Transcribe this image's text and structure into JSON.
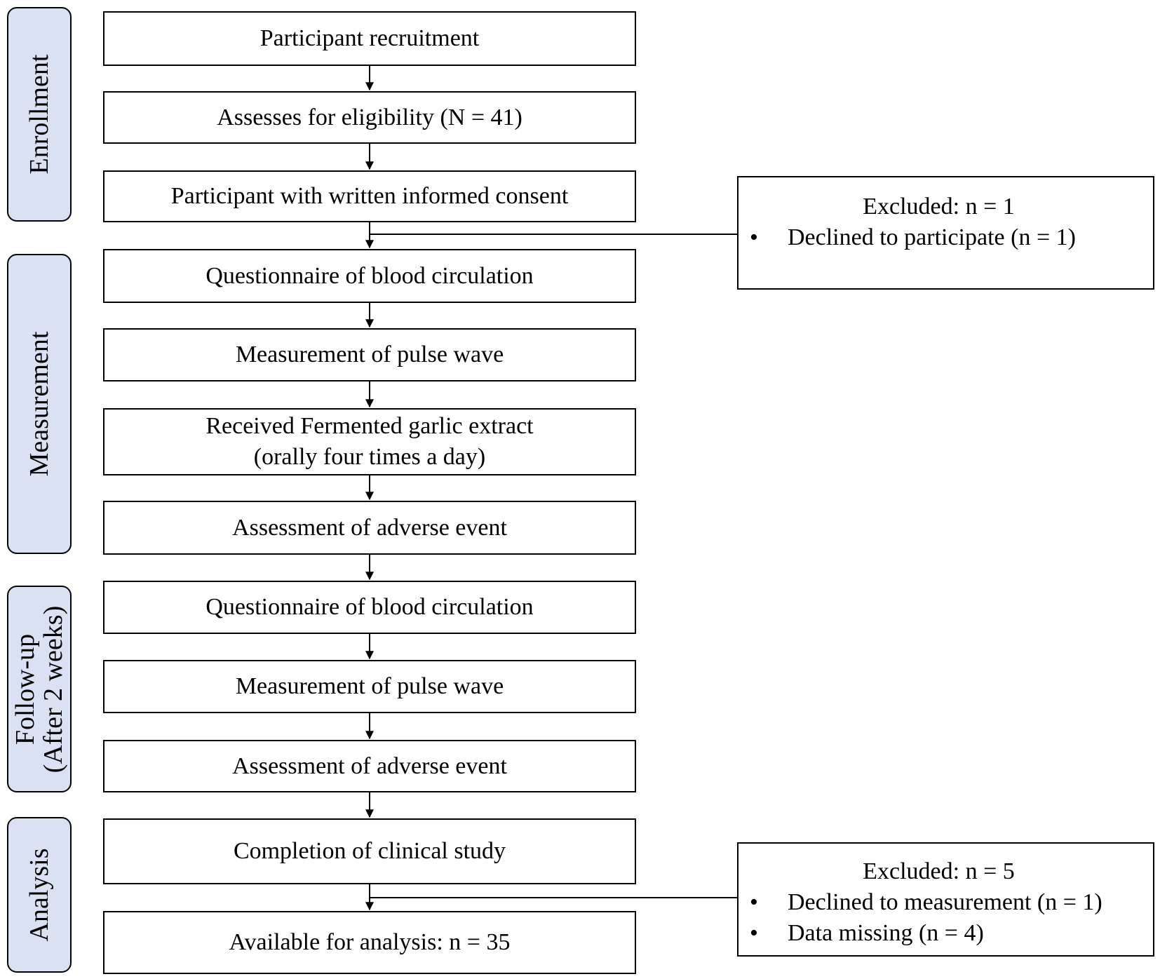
{
  "phases": {
    "enrollment": "Enrollment",
    "measurement": "Measurement",
    "followup": [
      "Follow-up",
      "(After 2 weeks)"
    ],
    "analysis": "Analysis"
  },
  "steps": {
    "recruitment": "Participant recruitment",
    "eligibility": "Assesses for eligibility (N = 41)",
    "consent": "Participant with written informed consent",
    "questionnaire_1": "Questionnaire of  blood circulation",
    "pulse_1": "Measurement of pulse wave",
    "garlic": [
      "Received Fermented garlic extract",
      "(orally four times a day)"
    ],
    "adverse_1": "Assessment of adverse event",
    "questionnaire_2": "Questionnaire of  blood circulation",
    "pulse_2": "Measurement of pulse wave",
    "adverse_2": "Assessment of adverse event",
    "completion": "Completion of clinical study",
    "available": "Available for analysis: n = 35"
  },
  "exclusion_1": {
    "title": "Excluded: n = 1",
    "items": [
      "Declined to participate (n = 1)"
    ]
  },
  "exclusion_2": {
    "title": "Excluded: n = 5",
    "items": [
      "Declined to measurement (n = 1)",
      "Data missing (n = 4)"
    ]
  }
}
